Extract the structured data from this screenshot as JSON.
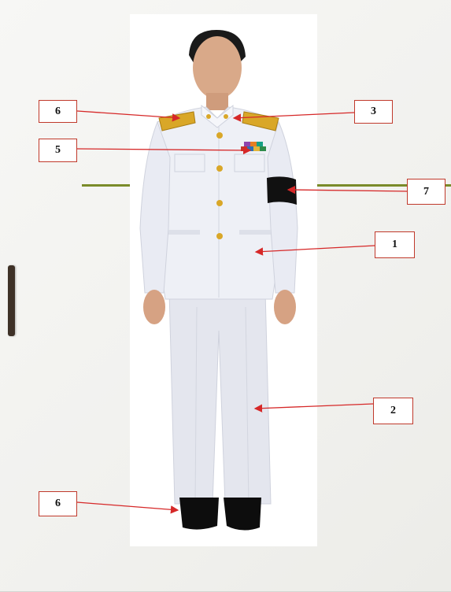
{
  "callouts": {
    "shoulder_board_label": "6",
    "collar_label": "3",
    "ribbons_label": "5",
    "armband_label": "7",
    "jacket_label": "1",
    "trousers_label": "2",
    "shoes_label": "6"
  },
  "colors": {
    "callout_border": "#c0392b",
    "arrow": "#d62828",
    "accent_line": "#7a8b2a",
    "uniform": "#eef0f6",
    "gold": "#d9a728",
    "armband": "#111111"
  }
}
